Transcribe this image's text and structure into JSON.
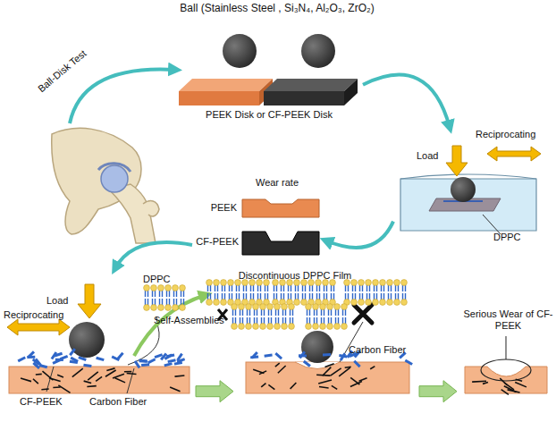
{
  "diagram": {
    "nodes": [
      {
        "text": [
          "Ball (Stainless Steel , Si₃N₄, Al₂O₃, ZrO₂)"
        ]
      },
      {
        "text": [
          "PEEK Disk or CF-PEEK Disk"
        ]
      },
      {
        "text": [
          "Load",
          "Reciprocating",
          "DPPC"
        ]
      },
      {
        "text": [
          "Wear rate"
        ]
      },
      {
        "text": [
          "PEEK"
        ],
        "in": 3
      },
      {
        "text": [
          "CF-PEEK"
        ],
        "in": 3
      },
      {
        "text": [
          "Load",
          "Reciprocating",
          "DPPC",
          "CF-PEEK",
          "Carbon Fiber"
        ]
      },
      {
        "text": [
          "Discontinuous DPPC Film",
          "Carbon Fiber"
        ]
      },
      {
        "text": [
          "Serious Wear of CF-PEEK"
        ]
      }
    ],
    "edges": [
      {
        "from": 1,
        "to": 2,
        "arrow": "to"
      },
      {
        "from": 2,
        "to": 3,
        "arrow": "to"
      },
      {
        "from": 3,
        "to": 6,
        "arrow": "to"
      },
      {
        "from": 6,
        "to": 7,
        "arrow": "to"
      },
      {
        "from": 7,
        "to": 8,
        "arrow": "to"
      }
    ],
    "labels": [
      "Ball-Disk Test",
      "Self-Assemblies"
    ]
  }
}
